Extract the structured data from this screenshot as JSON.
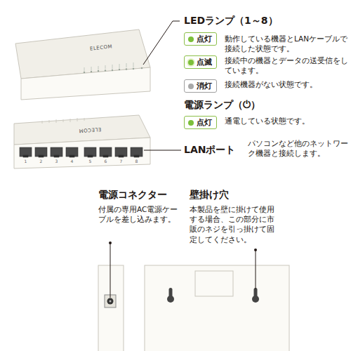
{
  "diagram": {
    "nodes": [
      {
        "text": [
          "点灯"
        ]
      },
      {
        "text": [
          "点滅"
        ]
      },
      {
        "text": [
          "消灯"
        ]
      },
      {
        "text": [
          "点灯"
        ]
      }
    ],
    "labels": [
      "LEDランプ（1～8）",
      "動作している機器とLANケーブルで接続した状態です。",
      "接続中の機器とデータの送受信をしています。",
      "接続機器がない状態です。",
      "電源ランプ（⏻）",
      "通電している状態です。",
      "LANポート",
      "パソコンなど他のネットワーク機器と接続します。",
      "電源コネクター",
      "付属の専用AC電源ケーブルを差し込みます。",
      "壁掛け穴",
      "本製品を壁に掛けて使用する場合、この部分に市販のネジを引っ掛けて固定してください。",
      "ELECOM",
      "ELECOM",
      "1",
      "2",
      "3",
      "4",
      "5",
      "6",
      "7",
      "8"
    ]
  }
}
